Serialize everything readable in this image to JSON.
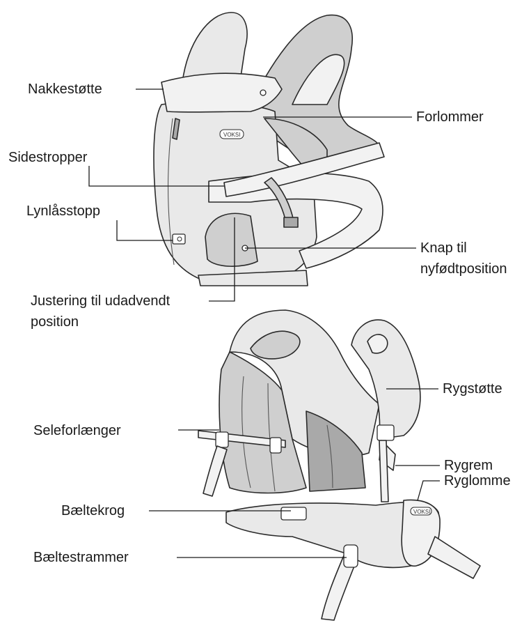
{
  "brand": "VOKSI",
  "labels": {
    "nakkestotte": "Nakkestøtte",
    "forlommer": "Forlommer",
    "sidestropper": "Sidestropper",
    "lynlasstopp": "Lynlåsstopp",
    "knap_line1": "Knap til",
    "knap_line2": "nyfødtposition",
    "justering_line1": "Justering til udadvendt",
    "justering_line2": "position",
    "rygstotte": "Rygstøtte",
    "seleforlaenger": "Seleforlænger",
    "rygrem": "Rygrem",
    "ryglomme": "Ryglomme",
    "baeltekrog": "Bæltekrog",
    "baeltestrammer": "Bæltestrammer"
  }
}
